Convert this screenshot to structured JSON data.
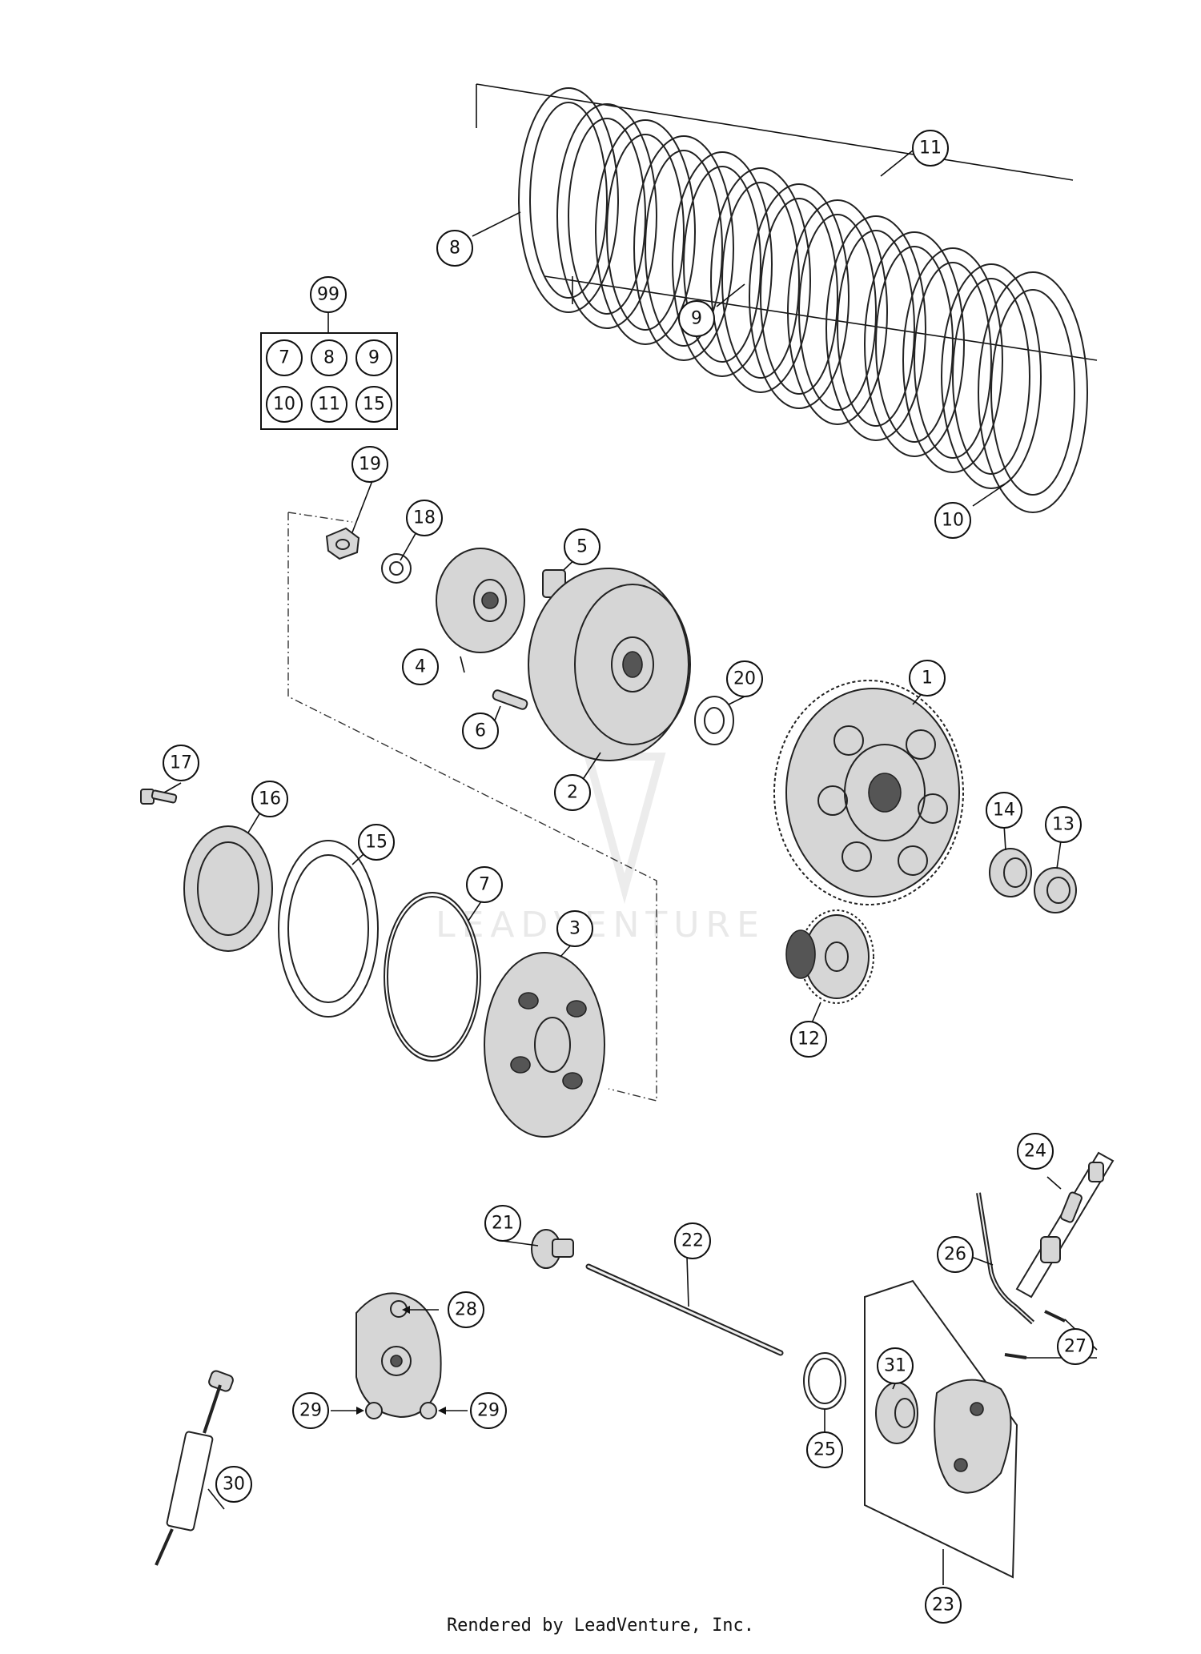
{
  "watermark": {
    "text": "LEADVENTURE"
  },
  "kit": {
    "number": "99",
    "items": [
      "7",
      "8",
      "9",
      "10",
      "11",
      "15"
    ]
  },
  "callouts": {
    "c1": "1",
    "c2": "2",
    "c3": "3",
    "c4": "4",
    "c5": "5",
    "c6": "6",
    "c7": "7",
    "c8": "8",
    "c9": "9",
    "c10": "10",
    "c11": "11",
    "c12": "12",
    "c13": "13",
    "c14": "14",
    "c15": "15",
    "c16": "16",
    "c17": "17",
    "c18": "18",
    "c19": "19",
    "c20": "20",
    "c21": "21",
    "c22": "22",
    "c23": "23",
    "c24": "24",
    "c25": "25",
    "c26": "26",
    "c27": "27",
    "c28": "28",
    "c29a": "29",
    "c29b": "29",
    "c30": "30",
    "c31": "31"
  },
  "footer": {
    "text": "Rendered by LeadVenture, Inc."
  }
}
